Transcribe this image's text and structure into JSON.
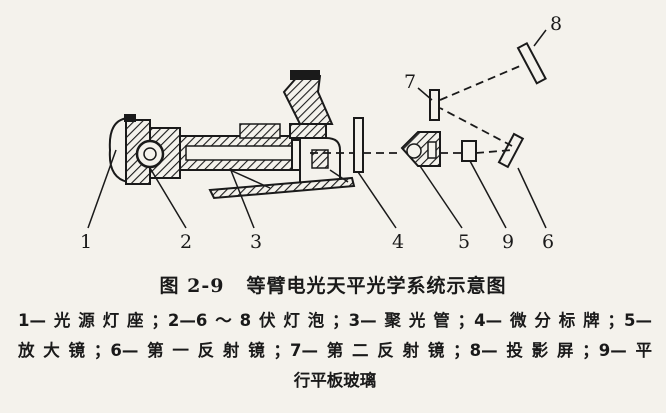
{
  "figure": {
    "number": "图 2-9",
    "title": "等臂电光天平光学系统示意图"
  },
  "labels": [
    "1",
    "2",
    "3",
    "4",
    "5",
    "9",
    "6",
    "7",
    "8"
  ],
  "legend": {
    "line1": "1—光源灯座；2—6～8伏灯泡；3—聚光管；4—微分标牌；5—",
    "line2": "放大镜；6—第一反射镜；7—第二反射镜；8—投影屏；9—平",
    "line3": "行平板玻璃"
  }
}
